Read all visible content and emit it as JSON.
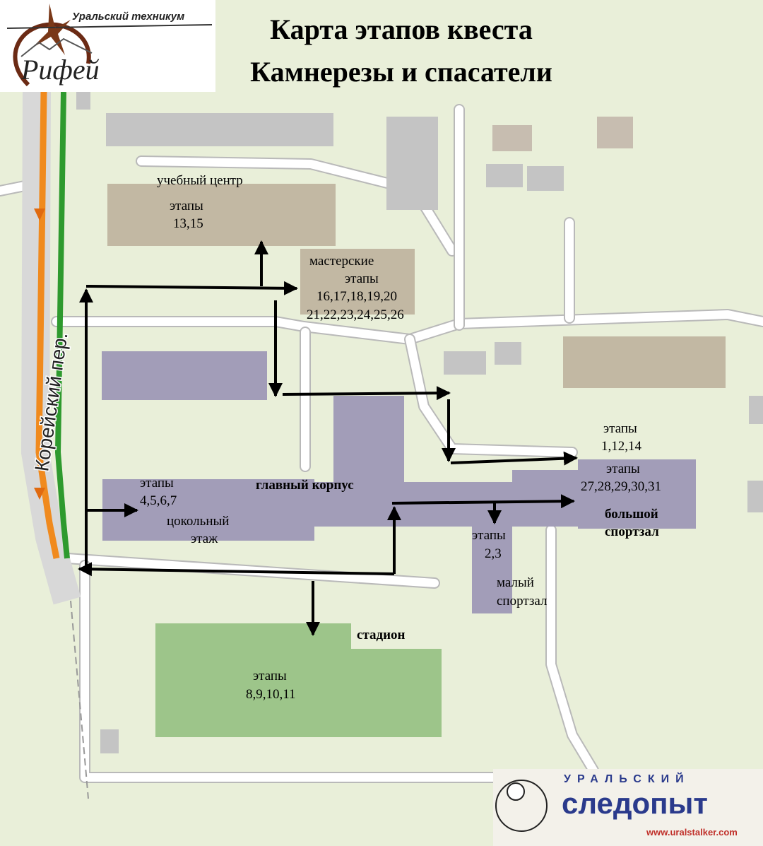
{
  "title": {
    "line1": "Карта этапов квеста",
    "line2": "Камнерезы и спасатели"
  },
  "logos": {
    "rifey": {
      "tagline": "Уральский техникум",
      "name": "Рифей"
    },
    "sledopyt": {
      "top": "УРАЛЬСКИЙ",
      "name": "следопыт",
      "url": "www.uralstalker.com"
    }
  },
  "street": "Корейский пер.",
  "buildings": {
    "training_center": {
      "name": "учебный центр",
      "stages_label": "этапы",
      "stages": "13,15"
    },
    "workshops": {
      "name": "мастерские",
      "stages_label": "этапы",
      "stages_line1": "16,17,18,19,20",
      "stages_line2": "21,22,23,24,25,26"
    },
    "main": {
      "name": "главный корпус"
    },
    "basement": {
      "stages_label": "этапы",
      "stages": "4,5,6,7",
      "name_line1": "цокольный",
      "name_line2": "этаж"
    },
    "outdoor_1": {
      "stages_label": "этапы",
      "stages": "1,12,14"
    },
    "big_gym": {
      "stages_label": "этапы",
      "stages": "27,28,29,30,31",
      "name_line1": "большой",
      "name_line2": "спортзал"
    },
    "small_gym": {
      "stages_label": "этапы",
      "stages": "2,3",
      "name_line1": "малый",
      "name_line2": "спортзал"
    },
    "stadium": {
      "name": "стадион",
      "stages_label": "этапы",
      "stages": "8,9,10,11"
    }
  },
  "colors": {
    "background": "#e9efd9",
    "gray_building": "#c4c4c4",
    "tan_building": "#c2b8a3",
    "purple_building": "#a29db8",
    "stadium": "#9dc58a",
    "route_orange": "#f08a1e",
    "route_green": "#2e9a2e"
  }
}
